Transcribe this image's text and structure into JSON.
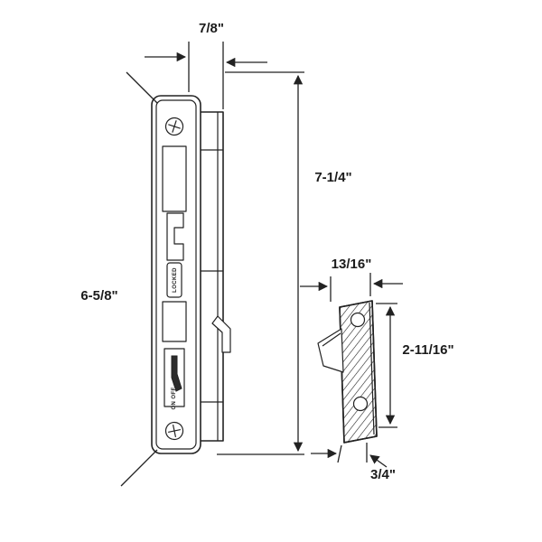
{
  "diagram": {
    "background": "#ffffff",
    "line_color": "#222222",
    "dimensions": {
      "top_width": "7/8\"",
      "overall_height": "7-1/4\"",
      "plate_height": "6-5/8\"",
      "keeper_width": "13/16\"",
      "keeper_height": "2-11/16\"",
      "keeper_depth": "3/4\""
    },
    "labels": {
      "locked": "LOCKED",
      "on_off": "ON OFF"
    }
  }
}
